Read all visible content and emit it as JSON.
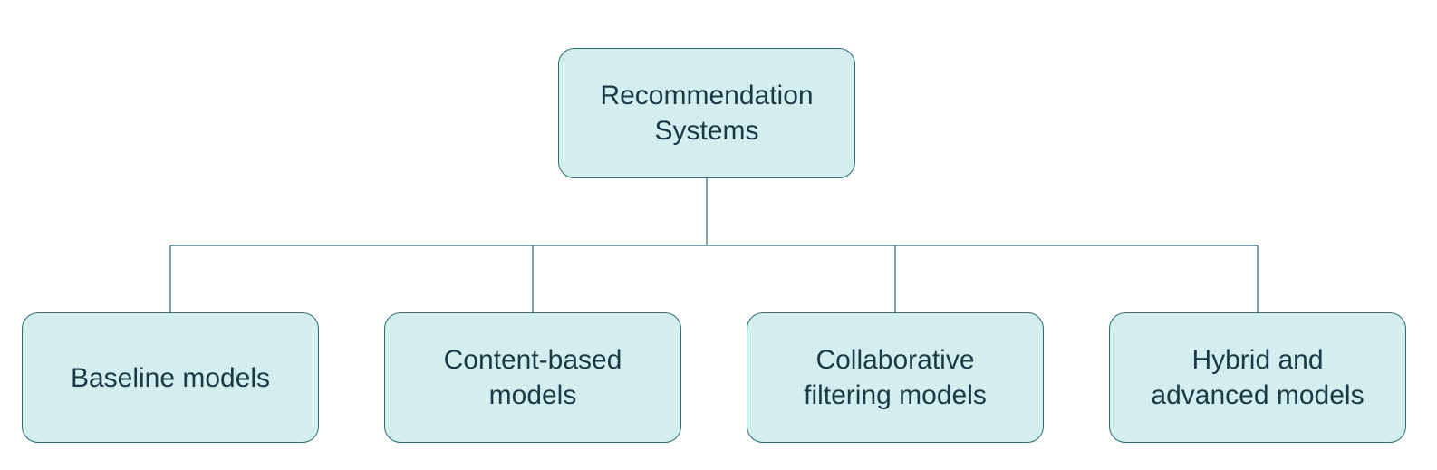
{
  "diagram": {
    "root": {
      "line1": "Recommendation",
      "line2": "Systems"
    },
    "children": [
      {
        "line1": "Baseline models",
        "line2": ""
      },
      {
        "line1": "Content-based",
        "line2": "models"
      },
      {
        "line1": "Collaborative",
        "line2": "filtering models"
      },
      {
        "line1": "Hybrid and",
        "line2": "advanced models"
      }
    ]
  },
  "colors": {
    "node_fill": "#d4eef0",
    "node_border": "#2e6b72",
    "connector": "#2e6b72",
    "text": "#1c3a46"
  }
}
